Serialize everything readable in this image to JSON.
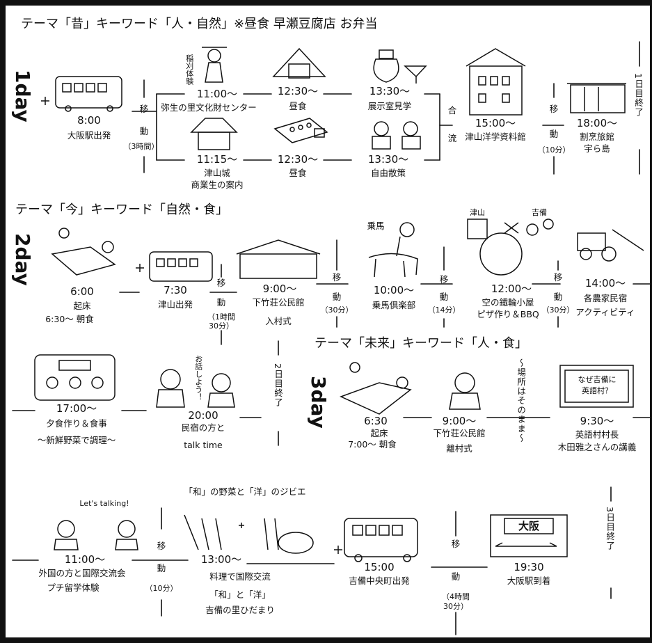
{
  "theme1": "テーマ「昔」キーワード「人・自然」※昼食 早瀬豆腐店 お弁当",
  "theme2": "テーマ「今」キーワード「自然・食」",
  "theme3": "テーマ「未来」キーワード「人・食」",
  "day1": "1day",
  "day2": "2day",
  "day3": "3day",
  "d1": {
    "bus_time": "8:00",
    "bus_label": "大阪駅出発",
    "move1_a": "移",
    "move1_b": "動",
    "move1_c": "（3時間）",
    "a_time": "11:00～",
    "a_label": "弥生の里文化財センター",
    "a_sign": "稲刈体験",
    "b_time": "12:30～",
    "b_label": "昼食",
    "c_time": "13:30～",
    "c_label": "展示室見学",
    "d_time": "11:15～",
    "d_label1": "津山城",
    "d_label2": "商業生の案内",
    "e_time": "12:30～",
    "e_label": "昼食",
    "f_time": "13:30～",
    "f_label": "自由散策",
    "merge_a": "合",
    "merge_b": "流",
    "g_time": "15:00～",
    "g_label": "津山洋学資料館",
    "move2_a": "移",
    "move2_b": "動",
    "move2_c": "（10分）",
    "h_time": "18:00～",
    "h_label1": "割烹旅館",
    "h_label2": "宇ら島",
    "end": "1日目終了"
  },
  "d2": {
    "a_time": "6:00",
    "a_label1": "起床",
    "a_label2": "6:30～ 朝食",
    "b_time": "7:30",
    "b_label": "津山出発",
    "move1_a": "移",
    "move1_b": "動",
    "move1_c": "（1時間",
    "move1_d": "30分）",
    "c_time": "9:00～",
    "c_label1": "下竹荘公民館",
    "c_label2": "入村式",
    "move2_a": "移",
    "move2_b": "動",
    "move2_c": "（30分）",
    "d_sign": "乗馬",
    "d_time": "10:00～",
    "d_label": "乗馬倶楽部",
    "move3_a": "移",
    "move3_b": "動",
    "move3_c": "（14分）",
    "e_sign1": "津山",
    "e_sign2": "吉備",
    "e_time": "12:00～",
    "e_label1": "空の鐵輪小屋",
    "e_label2": "ピザ作り＆BBQ",
    "move4_a": "移",
    "move4_b": "動",
    "move4_c": "（30分）",
    "f_time": "14:00～",
    "f_label1": "各農家民宿",
    "f_label2": "アクティビティ",
    "g_time": "17:00～",
    "g_label1": "夕食作り＆食事",
    "g_label2": "～新鮮野菜で調理～",
    "h_speech": "お話しよう！",
    "h_time": "20:00",
    "h_label1": "民宿の方と",
    "h_label2": "talk time",
    "end": "2日目終了"
  },
  "d3": {
    "a_time": "6:30",
    "a_label1": "起床",
    "a_label2": "7:00～ 朝食",
    "b_time": "9:00～",
    "b_label1": "下竹荘公民館",
    "b_label2": "離村式",
    "note": "～場所はそのまま～",
    "c_sign1": "なぜ吉備に",
    "c_sign2": "英語村？",
    "c_time": "9:30～",
    "c_label1": "英語村村長",
    "c_label2": "木田雅之さんの講義",
    "d_speech": "Let's talking!",
    "d_time": "11:00～",
    "d_label1": "外国の方と国際交流会",
    "d_label2": "プチ留学体験",
    "move1_a": "移",
    "move1_b": "動",
    "move1_c": "（10分）",
    "e_top": "「和」の野菜と「洋」のジビエ",
    "e_time": "13:00～",
    "e_label1": "料理で国際交流",
    "e_label2": "「和」と「洋」",
    "e_label3": "吉備の里ひだまり",
    "f_time": "15:00",
    "f_label": "吉備中央町出発",
    "move2_a": "移",
    "move2_b": "動",
    "move2_c": "（4時間",
    "move2_d": "30分）",
    "g_sign": "大阪",
    "g_time": "19:30",
    "g_label": "大阪駅到着",
    "end": "3日目終了"
  }
}
